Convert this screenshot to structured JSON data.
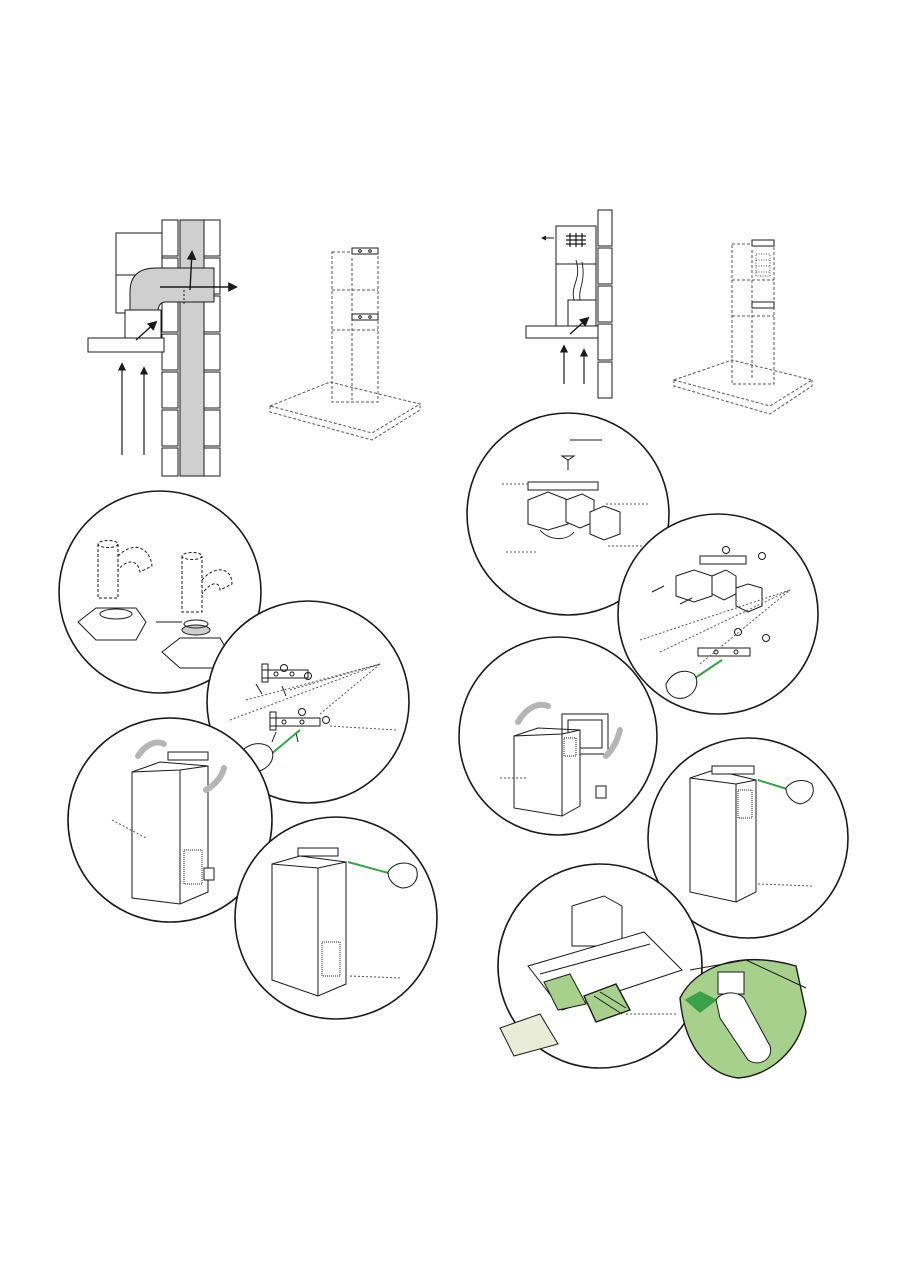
{
  "document": {
    "type": "installation-manual-illustration-page",
    "text_labels": []
  },
  "palette": {
    "line": "#1a1a1a",
    "dashed": "#555555",
    "duct_fill": "#cfcfcf",
    "wall_fill": "#f2f2f2",
    "arrow_grey": "#b5b5b5",
    "filter_green": "#a8d08d",
    "accent_green": "#3aa04a",
    "white": "#ffffff"
  },
  "panels": [
    {
      "id": "ducted-version-section",
      "icon": "ducted-exhaust-section-icon"
    },
    {
      "id": "ducted-chimney-outline",
      "icon": "dashed-chimney-outline-icon"
    },
    {
      "id": "recirculation-section",
      "icon": "recirculation-section-icon"
    },
    {
      "id": "recirculation-chimney-outline",
      "icon": "dashed-chimney-grille-outline-icon"
    },
    {
      "id": "pipe-connection-detail",
      "icon": "flexible-pipe-connection-icon"
    },
    {
      "id": "bracket-fixing-detail-left",
      "icon": "bracket-screws-icon"
    },
    {
      "id": "chimney-fit-left",
      "icon": "chimney-slide-icon"
    },
    {
      "id": "chimney-screw-left",
      "icon": "chimney-screwing-icon"
    },
    {
      "id": "deflector-parts-detail",
      "icon": "air-deflector-parts-icon"
    },
    {
      "id": "bracket-fixing-detail-right",
      "icon": "bracket-deflector-screws-icon"
    },
    {
      "id": "chimney-fit-right",
      "icon": "chimney-slide-grille-icon"
    },
    {
      "id": "chimney-screw-right",
      "icon": "chimney-screwing-grille-icon"
    },
    {
      "id": "filter-install-detail",
      "icon": "carbon-filter-install-icon"
    },
    {
      "id": "filter-clip-detail",
      "icon": "filter-clip-press-icon"
    }
  ]
}
